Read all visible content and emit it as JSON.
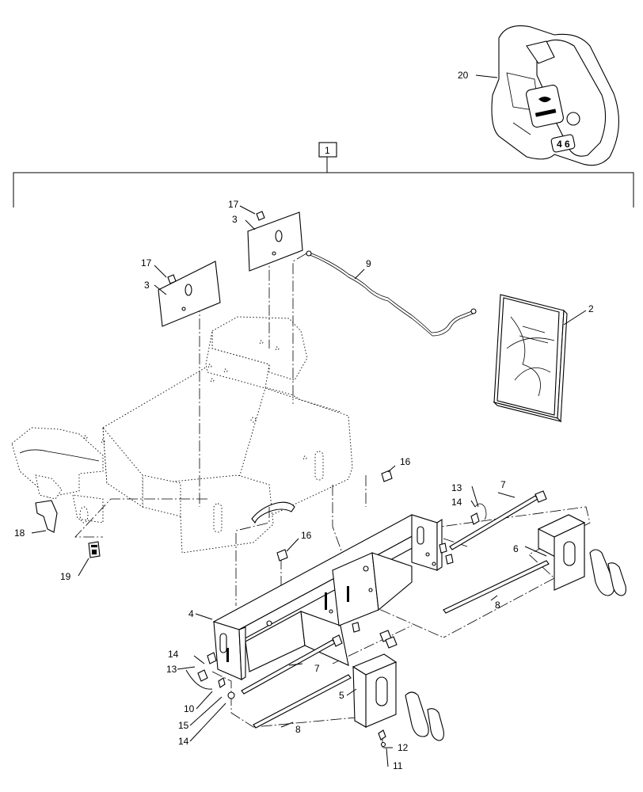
{
  "callouts": {
    "c1": "1",
    "c2": "2",
    "c3a": "3",
    "c3b": "3",
    "c4": "4",
    "c5": "5",
    "c6": "6",
    "c7a": "7",
    "c7b": "7",
    "c8a": "8",
    "c8b": "8",
    "c9": "9",
    "c10": "10",
    "c11": "11",
    "c12": "12",
    "c13a": "13",
    "c13b": "13",
    "c14a": "14",
    "c14b": "14",
    "c14c": "14",
    "c15": "15",
    "c16a": "16",
    "c16b": "16",
    "c17a": "17",
    "c17b": "17",
    "c18": "18",
    "c19": "19",
    "c20": "20"
  }
}
